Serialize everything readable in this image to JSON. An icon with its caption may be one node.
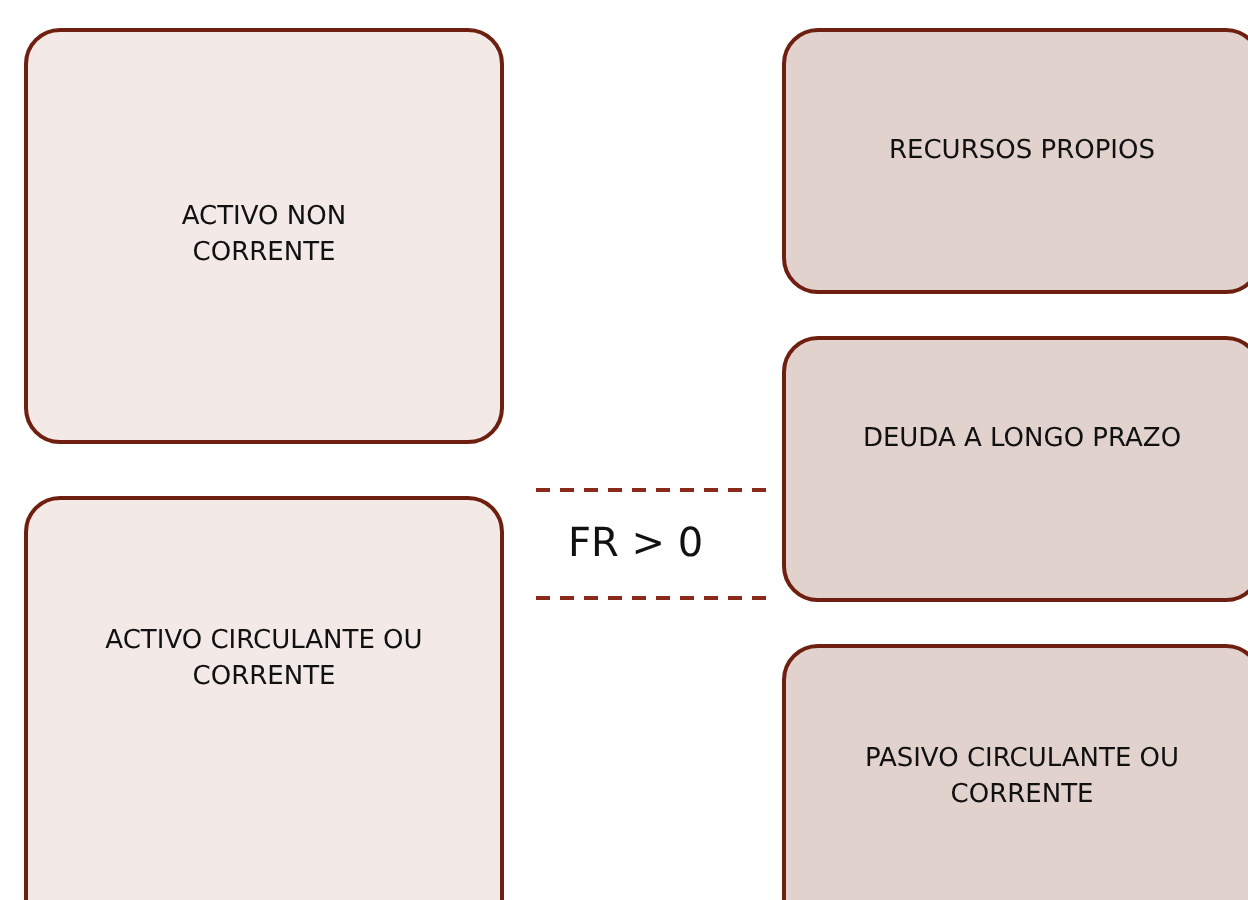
{
  "diagram": {
    "nodes": [
      {
        "text": [
          "ACTIVO NON CORRENTE"
        ]
      },
      {
        "text": [
          "RECURSOS PROPIOS"
        ]
      },
      {
        "text": [
          "DEUDA A LONGO PRAZO"
        ]
      },
      {
        "text": [
          "ACTIVO CIRCULANTE OU CORRENTE"
        ]
      },
      {
        "text": [
          "PASIVO CIRCULANTE OU CORRENTE"
        ]
      }
    ],
    "edges": [],
    "labels": [
      "FR > 0"
    ]
  }
}
